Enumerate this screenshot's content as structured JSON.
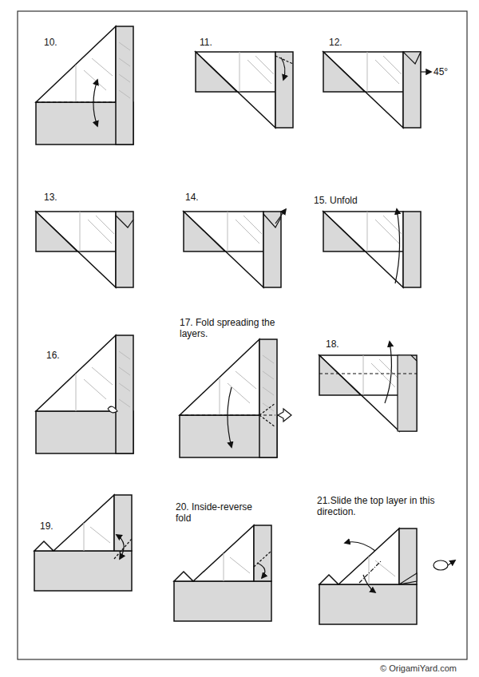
{
  "diagram": {
    "labels": [
      "10.",
      "11.",
      "12.",
      "45°",
      "13.",
      "14.",
      "15. Unfold",
      "16.",
      "17. Fold spreading the layers.",
      "18.",
      "19.",
      "20. Inside-reverse fold",
      "21.Slide the top layer in this direction.",
      "© OrigamiYard.com"
    ]
  }
}
